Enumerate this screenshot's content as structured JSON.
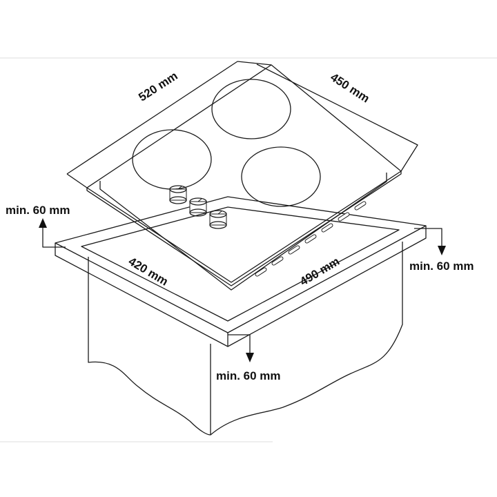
{
  "diagram": {
    "dimensions": {
      "hob_width": "520 mm",
      "hob_depth": "450 mm",
      "cutout_depth": "420 mm",
      "cutout_width": "490 mm"
    },
    "clearances": {
      "left": "min. 60 mm",
      "right": "min. 60 mm",
      "front": "min. 60 mm"
    },
    "burner_count": 3,
    "knob_count": 3
  }
}
